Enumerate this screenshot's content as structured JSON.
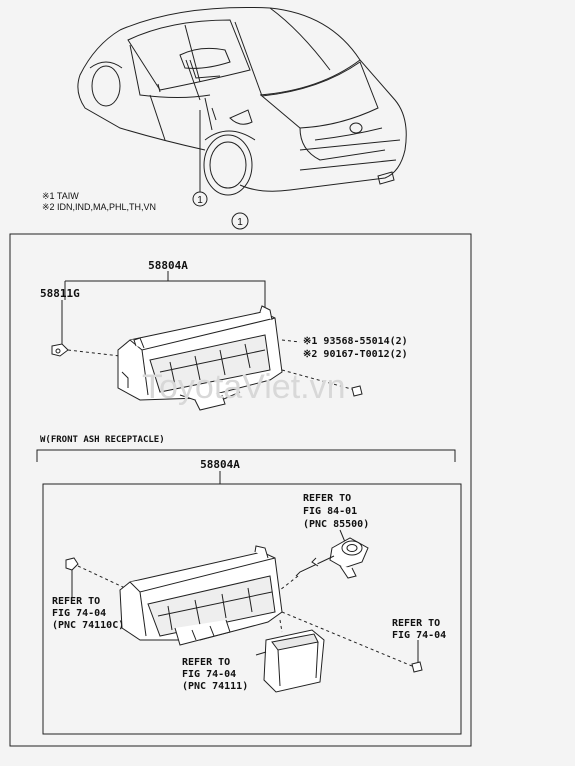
{
  "notes": {
    "note1": "※1 TAIW",
    "note2": "※2 IDN,IND,MA,PHL,TH,VN"
  },
  "callout": "1",
  "upper_panel": {
    "main_part": "58804A",
    "sub_part": "58811G",
    "screw1": "※1 93568-55014(2)",
    "screw2": "※2 90167-T0012(2)"
  },
  "variant": {
    "title": "W(FRONT ASH RECEPTACLE)",
    "main_part": "58804A",
    "ref_socket": {
      "line1": "REFER TO",
      "line2": "FIG 84-01",
      "line3": "(PNC 85500)"
    },
    "ref_left": {
      "line1": "REFER TO",
      "line2": "FIG 74-04",
      "line3": "(PNC 74110C)"
    },
    "ref_tray": {
      "line1": "REFER TO",
      "line2": "FIG 74-04",
      "line3": "(PNC 74111)"
    },
    "ref_right": {
      "line1": "REFER TO",
      "line2": "FIG 74-04"
    }
  },
  "watermark": "ToyotaViet.vn"
}
